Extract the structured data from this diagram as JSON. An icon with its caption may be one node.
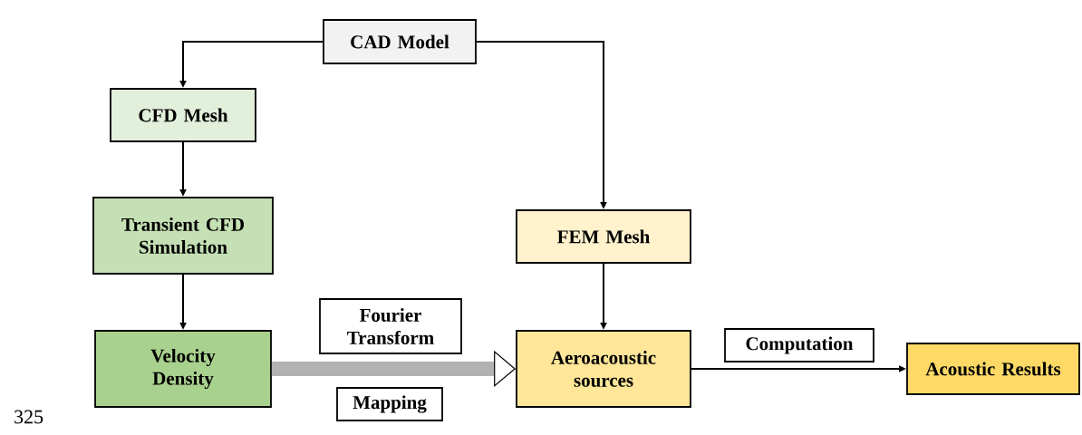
{
  "diagram": {
    "nodes": [
      {
        "text": [
          "CAD Model"
        ]
      },
      {
        "text": [
          "CFD Mesh"
        ]
      },
      {
        "text": [
          "Transient CFD Simulation"
        ]
      },
      {
        "text": [
          "FEM Mesh"
        ]
      },
      {
        "text": [
          "Velocity Density"
        ]
      },
      {
        "text": [
          "Fourier Transform"
        ]
      },
      {
        "text": [
          "Aeroacoustic sources"
        ]
      },
      {
        "text": [
          "Mapping"
        ]
      },
      {
        "text": [
          "Computation"
        ]
      },
      {
        "text": [
          "Acoustic Results"
        ]
      }
    ],
    "edges": [
      {
        "from": 0,
        "to": 1,
        "arrow": "to"
      },
      {
        "from": 0,
        "to": 3,
        "arrow": "to"
      },
      {
        "from": 1,
        "to": 2,
        "arrow": "to"
      },
      {
        "from": 2,
        "to": 4,
        "arrow": "to"
      },
      {
        "from": 3,
        "to": 6,
        "arrow": "to"
      },
      {
        "from": 4,
        "to": 6,
        "arrow": "to",
        "style": "thick",
        "color": "#b2b2b2"
      },
      {
        "from": 6,
        "to": 9,
        "arrow": "to"
      }
    ],
    "labels": [
      "325"
    ]
  }
}
